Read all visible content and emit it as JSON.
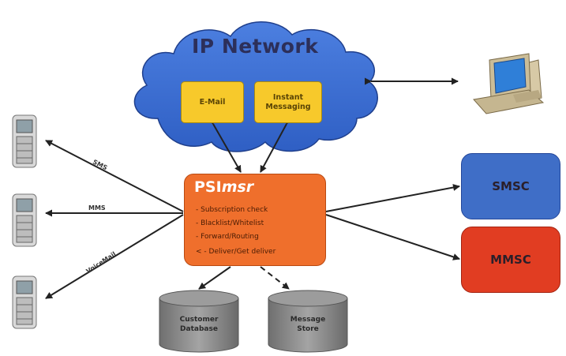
{
  "network": {
    "title": "IP Network"
  },
  "services": {
    "email": "E-Mail",
    "im_line1": "Instant",
    "im_line2": "Messaging"
  },
  "psi": {
    "title_main": "PSI",
    "title_italic": "msr",
    "features": [
      "- Subscription check",
      "- Blacklist/Whitelist",
      "- Forward/Routing",
      "< - Deliver/Get deliver"
    ]
  },
  "centers": {
    "smsc": "SMSC",
    "mmsc": "MMSC"
  },
  "databases": {
    "customer_line1": "Customer",
    "customer_line2": "Database",
    "store_line1": "Message",
    "store_line2": "Store"
  },
  "links": {
    "sms": "SMS",
    "mms": "MMS",
    "voicemail": "VoiceMail"
  },
  "colors": {
    "cloud": "#3d6fd0",
    "service_box": "#f7c92b",
    "psi": "#ef6f2c",
    "smsc": "#3f6ec7",
    "mmsc": "#e13d22",
    "database": "#8f8f8f"
  },
  "icons": [
    "mobile-phone-icon",
    "desktop-computer-icon",
    "database-icon",
    "cloud-icon"
  ]
}
